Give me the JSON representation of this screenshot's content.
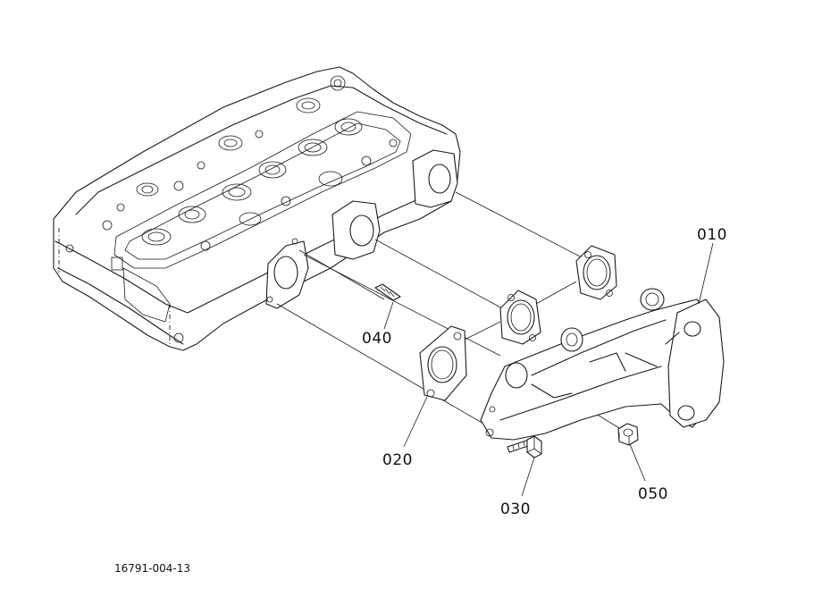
{
  "callouts": {
    "p010": "010",
    "p020": "020",
    "p030": "030",
    "p040": "040",
    "p050": "050"
  },
  "reference_number": "16791-004-13"
}
